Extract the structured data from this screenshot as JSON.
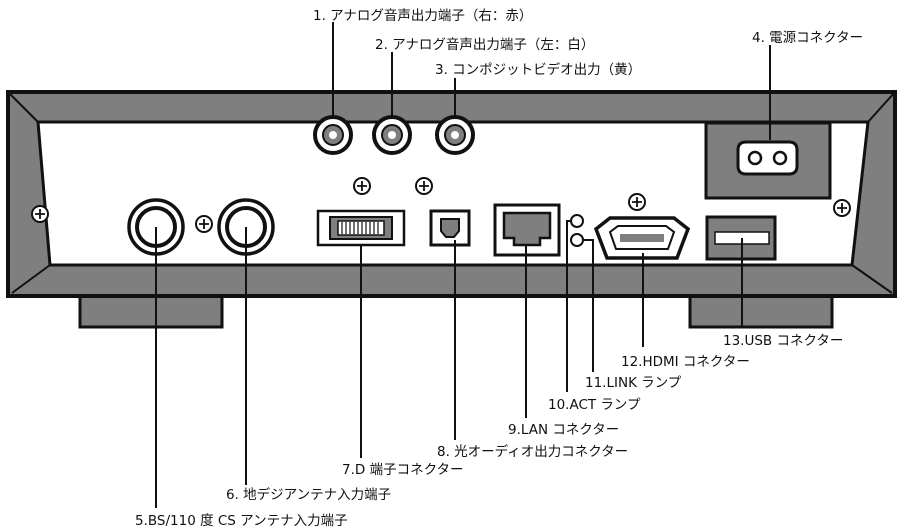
{
  "labels": {
    "l1": "1. アナログ音声出力端子（右：赤）",
    "l2": "2. アナログ音声出力端子（左：白）",
    "l3": "3. コンポジットビデオ出力（黄）",
    "l4": "4. 電源コネクター",
    "l5": "5.BS/110 度 CS アンテナ入力端子",
    "l6": "6. 地デジアンテナ入力端子",
    "l7": "7.D 端子コネクター",
    "l8": "8. 光オーディオ出力コネクター",
    "l9": "9.LAN コネクター",
    "l10": "10.ACT ランプ",
    "l11": "11.LINK ランプ",
    "l12": "12.HDMI コネクター",
    "l13": "13.USB コネクター"
  },
  "colors": {
    "frame": "#1a1a1a",
    "panel_gray": "#7f7f7f",
    "panel_face": "#ffffff",
    "line": "#111111"
  }
}
